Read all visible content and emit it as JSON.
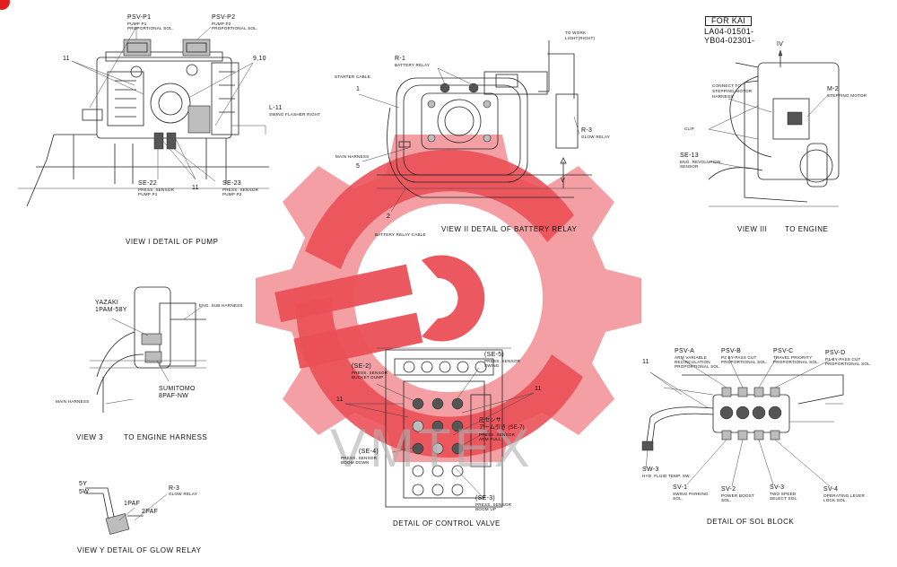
{
  "colors": {
    "watermark_red": "#e8323a",
    "watermark_gray": "#b0b0b0",
    "corner_badge": "#e02020"
  },
  "watermark": {
    "text": "VMTEX"
  },
  "model_box": {
    "label": "FOR KAI",
    "serial_1": "LA04-01501-",
    "serial_2": "YB04-02301-"
  },
  "pump_view": {
    "psv_p1": "PSV-P1",
    "psv_p1_desc_1": "PUMP P1",
    "psv_p1_desc_2": "PROPORTIONAL SOL.",
    "psv_p2": "PSV-P2",
    "psv_p2_desc_1": "PUMP P2",
    "psv_p2_desc_2": "PROPORTIONAL SOL.",
    "num_11": "11",
    "num_910": "9,10",
    "l11": "L-11",
    "l11_desc": "SWING FLASHER RIGHT",
    "se22": "SE-22",
    "se22_desc_1": "PRESS. SENSOR",
    "se22_desc_2": "PUMP P1",
    "se23": "SE-23",
    "se23_desc_1": "PRESS. SENSOR",
    "se23_desc_2": "PUMP P2",
    "num_11b": "11",
    "caption": "VIEW I   DETAIL OF PUMP"
  },
  "relay_view": {
    "r1": "R-1",
    "r1_desc": "BATTERY RELAY",
    "to_work_1": "TO WORK",
    "to_work_2": "LIGHT(RIGHT)",
    "starter_cable": "STARTER CABLE",
    "num_1": "1",
    "num_5": "5",
    "num_2": "2",
    "main_harness": "MAIN HARNESS",
    "r3": "R-3",
    "r3_desc": "GLOW RELAY",
    "arrow_v": "V",
    "battery_cable": "BATTERY RELAY CABLE",
    "caption": "VIEW II   DETAIL OF BATTERY RELAY"
  },
  "engine_view": {
    "stepping_1": "CONNECT TO",
    "stepping_2": "STEPPING MOTOR",
    "stepping_3": "HARNESS",
    "arrow_iv": "IV",
    "m2": "M-2",
    "m2_desc": "STEPPING MOTOR",
    "clip": "CLIP",
    "se13": "SE-13",
    "se13_desc_1": "ENG. REVOLUTION",
    "se13_desc_2": "SENSOR",
    "caption": "VIEW III",
    "caption_2": "TO ENGINE"
  },
  "harness_view": {
    "yazaki_1": "YAZAKI",
    "yazaki_2": "1PAM-58Y",
    "eng_sub": "ENG. SUB HARNESS",
    "main_harness": "MAIN HARNESS",
    "sumitomo_1": "SUMITOMO",
    "sumitomo_2": "8PAF-NW",
    "caption": "VIEW 3",
    "caption_2": "TO ENGINE HARNESS"
  },
  "glow_view": {
    "sy": "5Y",
    "sw": "5W",
    "pam": "1PAF",
    "paf": "2PAF",
    "r3": "R-3",
    "r3_desc": "GLOW RELAY",
    "caption": "VIEW Y   DETAIL OF GLOW RELAY"
  },
  "valve_view": {
    "se2": "(SE-2)",
    "se2_desc_1": "PRESS. SENSOR",
    "se2_desc_2": "BUCKET DUMP",
    "se5": "(SE-5)",
    "se5_desc_1": "PRESS. SENSOR",
    "se5_desc_2": "SWING",
    "num_11l": "11",
    "num_11r": "11",
    "se7_1": "圧センサ",
    "se7_2": "アーム引き (SE-7)",
    "se7_3": "PRESS. SENSOR",
    "se7_4": "ARM PULL",
    "se4": "(SE-4)",
    "se4_desc_1": "PRESS. SENSOR",
    "se4_desc_2": "BOOM DOWN",
    "se3": "(SE-3)",
    "se3_desc_1": "PRESS. SENSOR",
    "se3_desc_2": "BOOM UP",
    "caption": "DETAIL OF CONTROL VALVE"
  },
  "sol_view": {
    "psva": "PSV-A",
    "psva_d1": "ARM VARIABLE",
    "psva_d2": "RECIRCULATION",
    "psva_d3": "PROPORTIONAL SOL.",
    "psvb": "PSV-B",
    "psvb_d1": "P2 BY-PASS CUT",
    "psvb_d2": "PROPORTIONAL SOL.",
    "psvc": "PSV-C",
    "psvc_d1": "TRAVEL PRIORITY",
    "psvc_d2": "PROPORTIONAL SOL.",
    "psvd": "PSV-D",
    "psvd_d1": "P1 BY-PASS CUT",
    "psvd_d2": "PROPORTIONAL SOL.",
    "num_11": "11",
    "sw3": "SW-3",
    "sw3_desc": "HYD. FLUID TEMP. SW.",
    "sv1": "SV-1",
    "sv1_d1": "SWING PARKING",
    "sv1_d2": "SOL.",
    "sv2": "SV-2",
    "sv2_d1": "POWER BOOST",
    "sv2_d2": "SOL.",
    "sv3": "SV-3",
    "sv3_d1": "TWO SPEED",
    "sv3_d2": "SELECT SOL.",
    "sv4": "SV-4",
    "sv4_d1": "OPERATING LEVER",
    "sv4_d2": "LOCK SOL.",
    "caption": "DETAIL OF SOL BLOCK"
  }
}
